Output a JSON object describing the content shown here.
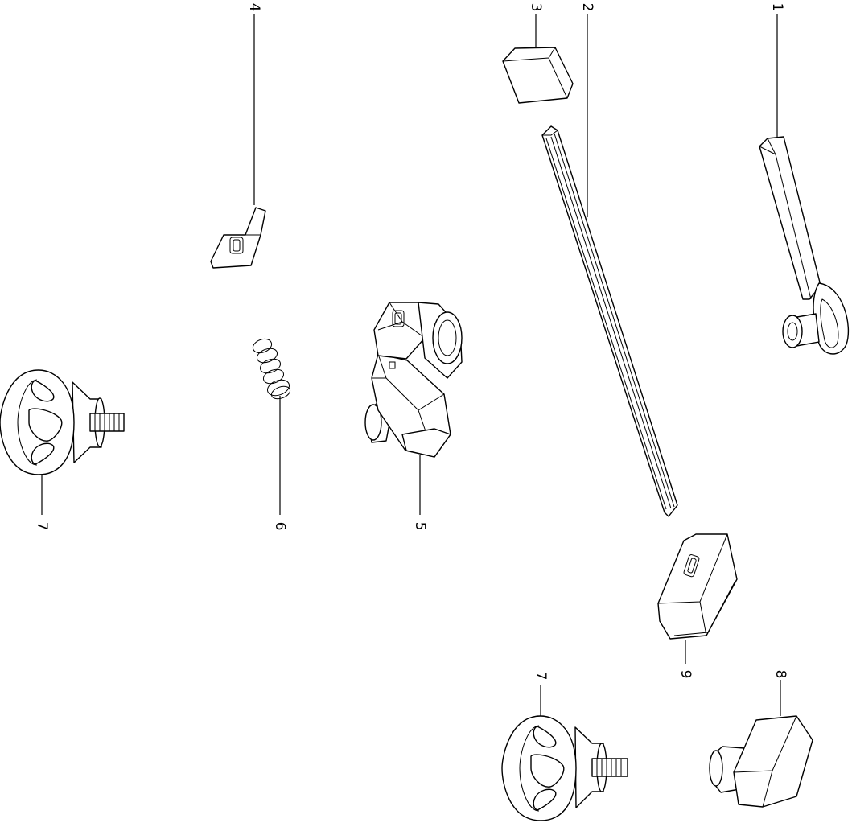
{
  "figure": {
    "background": "#ffffff",
    "line_color": "#000000"
  },
  "callouts": [
    {
      "id": "c1",
      "label": "1"
    },
    {
      "id": "c2",
      "label": "2"
    },
    {
      "id": "c3",
      "label": "3"
    },
    {
      "id": "c4",
      "label": "4"
    },
    {
      "id": "c5",
      "label": "5"
    },
    {
      "id": "c6",
      "label": "6"
    },
    {
      "id": "c7a",
      "label": "7"
    },
    {
      "id": "c7b",
      "label": "7"
    },
    {
      "id": "c8",
      "label": "8"
    },
    {
      "id": "c9",
      "label": "9"
    }
  ]
}
